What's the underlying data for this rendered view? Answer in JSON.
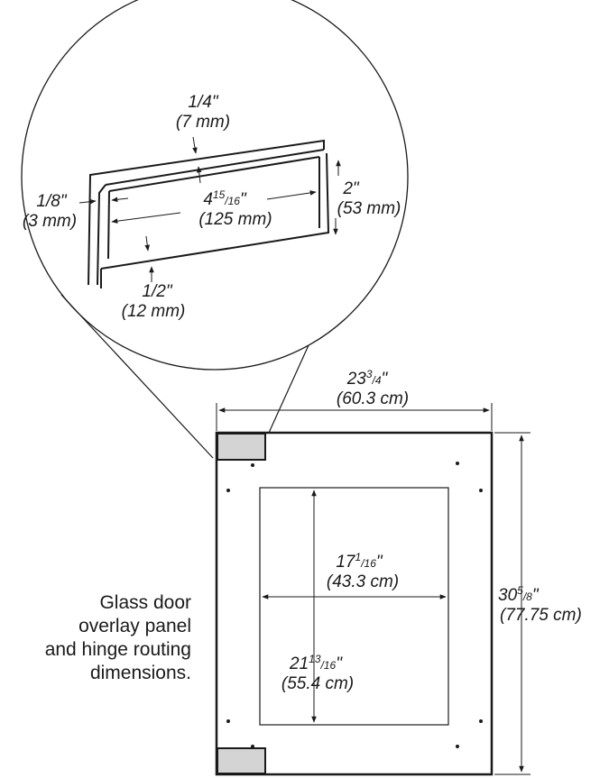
{
  "detail": {
    "top_gap": {
      "frac": "1/4\"",
      "metric": "(7 mm)"
    },
    "side_gap": {
      "frac": "1/8\"",
      "metric": "(3 mm)"
    },
    "hinge_length": {
      "whole": "4",
      "num": "15",
      "den": "/16",
      "unit": "\"",
      "metric": "(125 mm)"
    },
    "hinge_height": {
      "frac": "2\"",
      "metric": "(53 mm)"
    },
    "bottom_gap": {
      "frac": "1/2\"",
      "metric": "(12 mm)"
    }
  },
  "panel": {
    "width": {
      "whole": "23",
      "num": "3",
      "den": "/4",
      "unit": "\"",
      "metric": "(60.3 cm)"
    },
    "height": {
      "whole": "30",
      "num": "5",
      "den": "/8",
      "unit": "\"",
      "metric": "(77.75 cm)"
    },
    "glass_width": {
      "whole": "17",
      "num": "1",
      "den": "/16",
      "unit": "\"",
      "metric": "(43.3 cm)"
    },
    "glass_height": {
      "whole": "21",
      "num": "13",
      "den": "/16",
      "unit": "\"",
      "metric": "(55.4 cm)"
    }
  },
  "caption": {
    "line1": "Glass door",
    "line2": "overlay panel",
    "line3": "and hinge routing",
    "line4": "dimensions."
  }
}
